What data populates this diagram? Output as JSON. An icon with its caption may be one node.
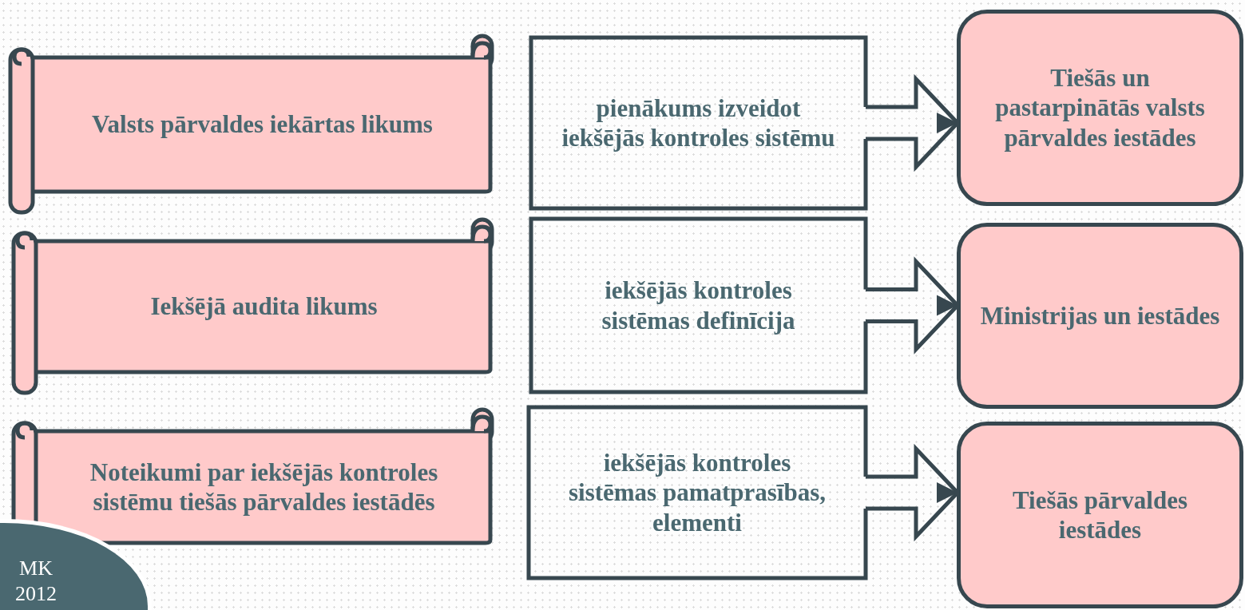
{
  "diagram": {
    "nodes": [
      {
        "text": [
          "Valsts pārvaldes iekārtas likums"
        ]
      },
      {
        "text": [
          "Iekšējā audita likums"
        ]
      },
      {
        "text": [
          "Noteikumi par iekšējās kontroles sistēmu tiešās pārvaldes iestādēs"
        ]
      },
      {
        "text": [
          "pienākums izveidot iekšējās kontroles sistēmu"
        ]
      },
      {
        "text": [
          "iekšējās kontroles sistēmas definīcija"
        ]
      },
      {
        "text": [
          "iekšējās kontroles sistēmas pamatprasības, elementi"
        ]
      },
      {
        "text": [
          "Tiešās un pastarpinātās valsts pārvaldes iestādes"
        ]
      },
      {
        "text": [
          "Ministrijas un iestādes"
        ]
      },
      {
        "text": [
          "Tiešās pārvaldes iestādes"
        ]
      },
      {
        "text": [
          "MK 2012"
        ]
      }
    ],
    "edges": [
      {
        "from": 3,
        "to": 6,
        "arrow": "to"
      },
      {
        "from": 4,
        "to": 7,
        "arrow": "to"
      },
      {
        "from": 5,
        "to": 8,
        "arrow": "to"
      }
    ]
  }
}
